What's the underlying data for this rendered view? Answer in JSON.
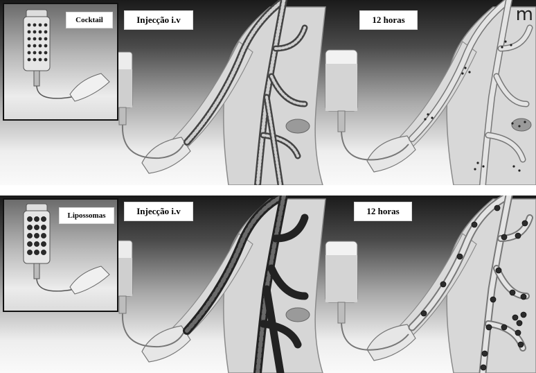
{
  "panels": {
    "cocktail": {
      "inset_label": "Cocktail",
      "injection_label": "Injecção i.v",
      "time_label": "12 horas"
    },
    "liposomes": {
      "inset_label": "Lipossomas",
      "injection_label": "Injecção i.v",
      "time_label": "12 horas"
    }
  },
  "corner_mark": "m",
  "colors": {
    "vessel_light": "#e4e4e4",
    "vessel_outline": "#555555",
    "particle_small": "#222222",
    "particle_liposome": "#2c2c2c"
  },
  "icons": [
    "iv-bag-icon",
    "hand-icon",
    "torso-icon",
    "blood-vessel-icon"
  ]
}
